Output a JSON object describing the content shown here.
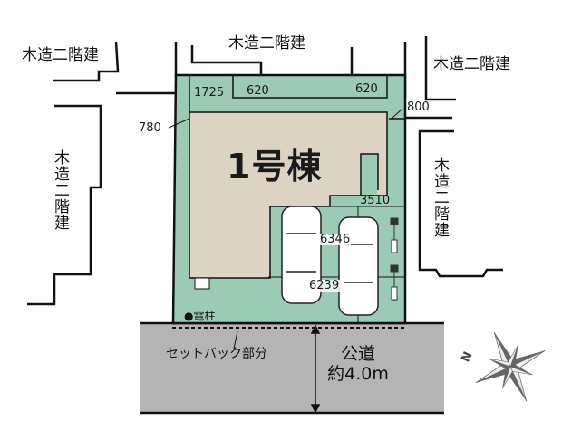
{
  "diagram": {
    "type": "site-plan",
    "colors": {
      "lot": "#9ccbb5",
      "building": "#dcd3c3",
      "road": "#b4b4b4",
      "line": "#111111",
      "compass": "#666666"
    },
    "building": {
      "label": "1号棟"
    },
    "neighbors": {
      "top_left": "木造二階建",
      "top_center": "木造二階建",
      "top_right": "木造二階建",
      "left": "木造二階建",
      "right": "木造二階建"
    },
    "dimensions": {
      "d1725": "1725",
      "d620_left": "620",
      "d620_right": "620",
      "d780": "780",
      "d800": "800",
      "d3510": "3510",
      "d6346": "6346",
      "d6239": "6239"
    },
    "parking": {
      "cars": 2,
      "bicycles": 2
    },
    "utility_pole": {
      "label": "●電柱"
    },
    "setback": {
      "label": "セットバック部分"
    },
    "road": {
      "line1": "公道",
      "line2": "約4.0m"
    },
    "compass": {
      "north_label": "N"
    }
  }
}
